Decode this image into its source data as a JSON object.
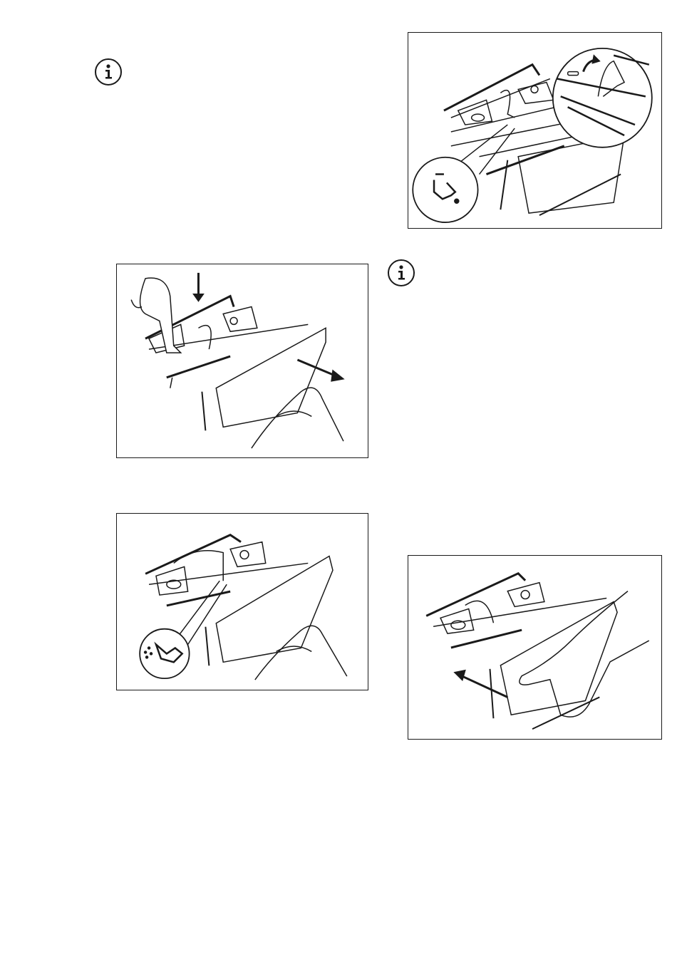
{
  "page": {
    "icons": [
      "info-icon",
      "info-icon"
    ],
    "figures": [
      {
        "name": "figure-liquid-detergent-flap",
        "icons": [
          "liquid-detergent-icon",
          "curved-arrow-icon"
        ]
      },
      {
        "name": "figure-remove-drawer",
        "icons": [
          "arrow-down-icon",
          "arrow-right-icon"
        ]
      },
      {
        "name": "figure-powder-detergent",
        "icons": [
          "powder-detergent-icon"
        ]
      },
      {
        "name": "figure-close-drawer",
        "icons": [
          "arrow-left-icon"
        ]
      }
    ],
    "colors": {
      "ink": "#1a1a1a",
      "paper": "#ffffff"
    }
  }
}
